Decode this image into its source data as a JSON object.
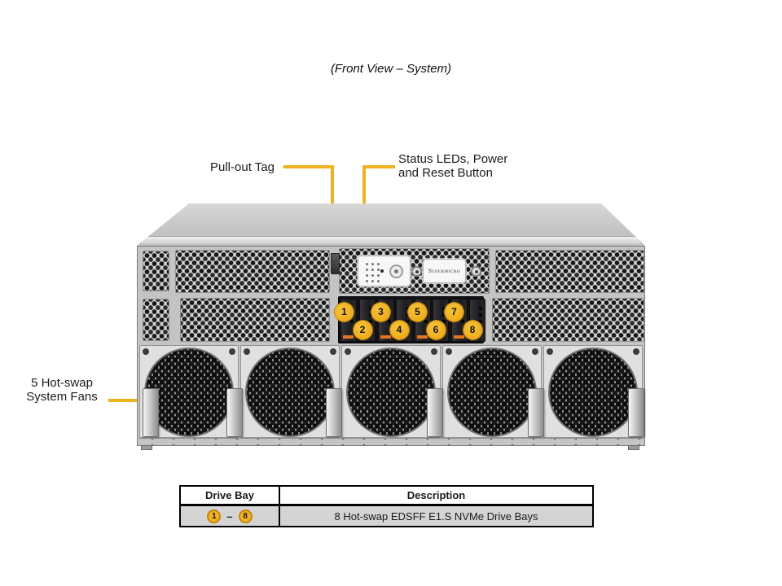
{
  "title": "(Front View – System)",
  "callouts": {
    "pullout_tag": "Pull-out Tag",
    "status_line1": "Status LEDs, Power",
    "status_line2": "and Reset Button",
    "fans_line1": "5 Hot-swap",
    "fans_line2": "System Fans"
  },
  "chassis": {
    "brand": "Supermicro",
    "drive_bays": [
      "1",
      "2",
      "3",
      "4",
      "5",
      "6",
      "7",
      "8"
    ],
    "fan_count": 5
  },
  "table": {
    "headers": [
      "Drive Bay",
      "Description"
    ],
    "row": {
      "bay_start": "1",
      "separator": "–",
      "bay_end": "8",
      "description": "8 Hot-swap EDSFF E1.S NVMe Drive Bays"
    }
  },
  "colors": {
    "callout_line": "#EFB21E",
    "badge_fill": "#F3B41E",
    "badge_border": "#C4870E",
    "drive_latch": "#E5761F"
  }
}
